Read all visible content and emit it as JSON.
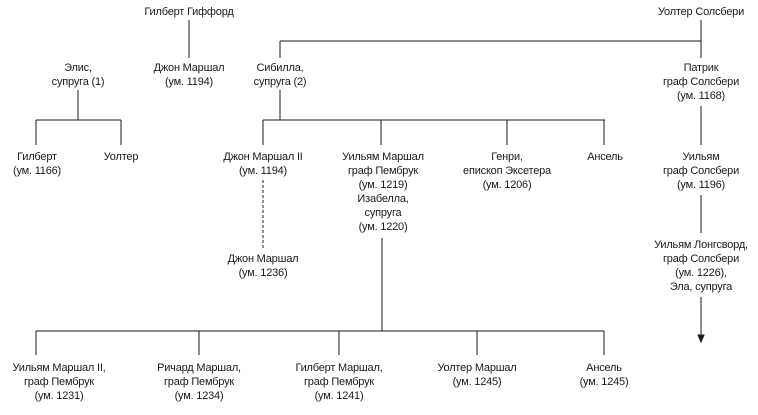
{
  "nodes": [
    {
      "id": "gilbert-gifford",
      "lines": [
        "Гилберт Гиффорд"
      ]
    },
    {
      "id": "walter-salisbury",
      "lines": [
        "Уолтер Солсбери"
      ]
    },
    {
      "id": "alice",
      "lines": [
        "Элис,",
        "супруга (1)"
      ]
    },
    {
      "id": "john-marshal",
      "lines": [
        "Джон Маршал",
        "(ум. 1194)"
      ]
    },
    {
      "id": "sibylla",
      "lines": [
        "Сибилла,",
        "супруга (2)"
      ]
    },
    {
      "id": "patrick",
      "lines": [
        "Патрик",
        "граф Солсбери",
        "(ум. 1168)"
      ]
    },
    {
      "id": "gilbert",
      "lines": [
        "Гилберт",
        "(ум. 1166)"
      ]
    },
    {
      "id": "walter",
      "lines": [
        "Уолтер"
      ]
    },
    {
      "id": "john-marshal-ii",
      "lines": [
        "Джон Маршал II",
        "(ум. 1194)"
      ]
    },
    {
      "id": "william-marshal",
      "lines": [
        "Уильям Маршал",
        "граф Пембрук",
        "(ум. 1219)",
        "Изабелла,",
        "супруга",
        "(ум. 1220)"
      ]
    },
    {
      "id": "henry",
      "lines": [
        "Генри,",
        "епископ Эксетера",
        "(ум. 1206)"
      ]
    },
    {
      "id": "ansel",
      "lines": [
        "Ансель"
      ]
    },
    {
      "id": "william-salisbury",
      "lines": [
        "Уильям",
        "граф Солсбери",
        "(ум. 1196)"
      ]
    },
    {
      "id": "john-marshal-1236",
      "lines": [
        "Джон Маршал",
        "(ум. 1236)"
      ]
    },
    {
      "id": "william-longsword",
      "lines": [
        "Уильям Лонгсворд,",
        "граф Солсбери",
        "(ум. 1226),",
        "Эла, супруга"
      ]
    },
    {
      "id": "william-marshal-ii",
      "lines": [
        "Уильям Маршал II,",
        "граф Пембрук",
        "(ум. 1231)"
      ]
    },
    {
      "id": "richard-marshal",
      "lines": [
        "Ричард Маршал,",
        "граф Пембрук",
        "(ум. 1234)"
      ]
    },
    {
      "id": "gilbert-marshal",
      "lines": [
        "Гилберт Маршал,",
        "граф Пембрук",
        "(ум. 1241)"
      ]
    },
    {
      "id": "walter-marshal",
      "lines": [
        "Уолтер Маршал",
        "(ум. 1245)"
      ]
    },
    {
      "id": "ansel-1245",
      "lines": [
        "Ансель",
        "(ум. 1245)"
      ]
    }
  ],
  "colors": {
    "line": "#1a1a1a",
    "text": "#1a1a1a"
  }
}
